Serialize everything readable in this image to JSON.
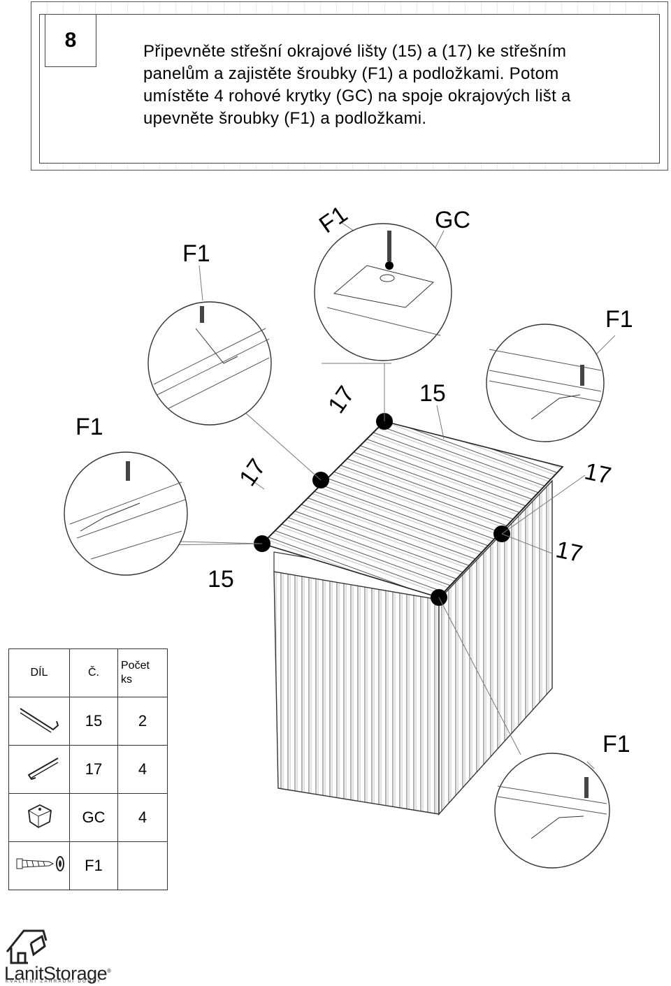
{
  "step": {
    "number": "8"
  },
  "instruction": {
    "line1": "Připevněte střešní okrajové lišty (15) a (17) ke střešním",
    "line2": "panelům a zajistěte šroubky (F1) a podložkami. Potom",
    "line3": "umístěte 4 rohové krytky (GC) na spoje okrajových lišt a",
    "line4": "upevněte šroubky (F1) a podložkami."
  },
  "callouts": {
    "f1_top_left": "F1",
    "f1_top_center": "F1",
    "gc_top": "GC",
    "f1_right_upper": "F1",
    "f1_left": "F1",
    "rail_17_left": "17",
    "rail_17_top": "17",
    "rail_15_top": "15",
    "rail_17_right_upper": "17",
    "rail_17_right_lower": "17",
    "rail_15_bottom": "15",
    "f1_right_lower": "F1"
  },
  "parts_table": {
    "headers": {
      "part": "DÍL",
      "number": "Č.",
      "qty_line1": "Počet",
      "qty_line2": "ks"
    },
    "rows": [
      {
        "icon": "edge-rail-15-icon",
        "number": "15",
        "qty": "2"
      },
      {
        "icon": "edge-rail-17-icon",
        "number": "17",
        "qty": "4"
      },
      {
        "icon": "corner-cap-icon",
        "number": "GC",
        "qty": "4"
      },
      {
        "icon": "screw-washer-icon",
        "number": "F1",
        "qty": ""
      }
    ]
  },
  "brand": {
    "name": "LanitStorage",
    "registered": "®",
    "tagline": "KVALITNÍ ZAHRADNÍ DOMKY"
  }
}
